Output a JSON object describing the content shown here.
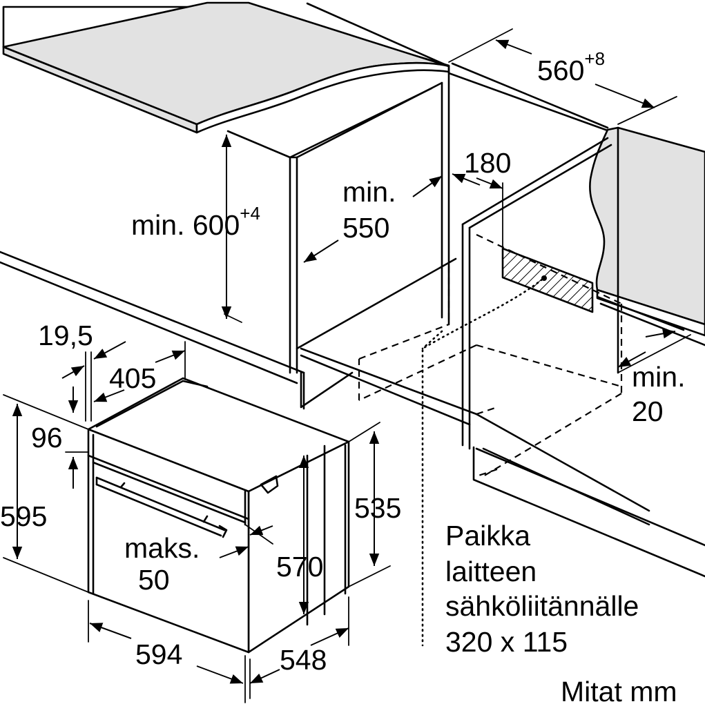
{
  "labels": {
    "depth_560": "560",
    "depth_560_tol": "+8",
    "dim_180": "180",
    "height_min_600_prefix": "min. 600",
    "height_min_600_tol": "+4",
    "min_550_line1": "min.",
    "min_550_line2": "550",
    "gap_min20_line1": "min.",
    "gap_min20_line2": "20",
    "dim_19_5": "19,5",
    "dim_405": "405",
    "dim_96": "96",
    "dim_595": "595",
    "dim_535": "535",
    "dim_570": "570",
    "maks50_line1": "maks.",
    "maks50_line2": "50",
    "dim_594": "594",
    "dim_548": "548",
    "connection_line1": "Paikka",
    "connection_line2": "laitteen",
    "connection_line3": "sähköliitännälle",
    "connection_line4": "320 x 115",
    "units_note": "Mitat mm"
  },
  "colors": {
    "line": "#000000",
    "countertop": "#e2e2e2",
    "background": "#ffffff"
  }
}
